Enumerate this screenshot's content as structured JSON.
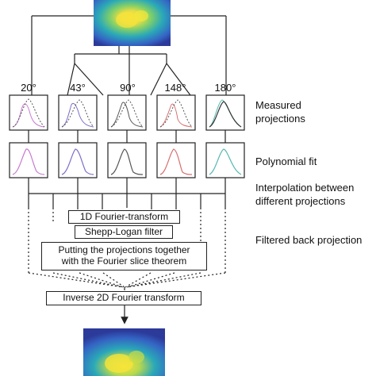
{
  "angles": [
    "20°",
    "43°",
    "90°",
    "148°",
    "180°"
  ],
  "side_labels": {
    "measured": [
      "Measured",
      "projections"
    ],
    "polynomial": "Polynomial fit",
    "interpolation": [
      "Interpolation between",
      "different projections"
    ],
    "filtered": "Filtered back projection"
  },
  "steps": {
    "fourier1d": "1D Fourier-transform",
    "shepp": "Shepp-Logan filter",
    "slice": [
      "Putting the projections together",
      "with the Fourier slice theorem"
    ],
    "inverse": "Inverse 2D Fourier transform"
  },
  "colors": {
    "curve_20": "#c77ad1",
    "curve_43": "#7a6fc9",
    "curve_90": "#555555",
    "curve_148": "#d77070",
    "curve_180": "#54b8b0",
    "heatmap_low": "#2c3a9a",
    "heatmap_mid": "#2aa8b8",
    "heatmap_high": "#f6e43a"
  }
}
